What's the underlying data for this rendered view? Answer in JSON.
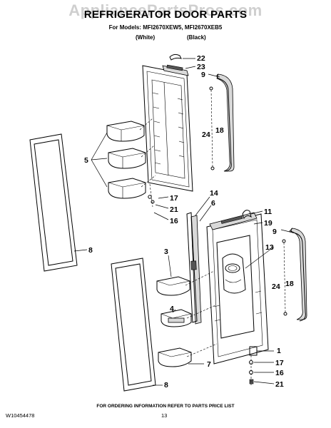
{
  "watermark": "AppliancePartsPros.com",
  "header": {
    "title": "REFRIGERATOR DOOR PARTS",
    "models": "For Models: MFI2670XEW5, MFI2670XEB5",
    "color_white": "(White)",
    "color_black": "(Black)"
  },
  "callouts": {
    "c22": "22",
    "c23": "23",
    "c9a": "9",
    "c24a": "24",
    "c18a": "18",
    "c5": "5",
    "c17a": "17",
    "c21a": "21",
    "c16a": "16",
    "c8a": "8",
    "c14": "14",
    "c6": "6",
    "c11": "11",
    "c19": "19",
    "c9b": "9",
    "c13": "13",
    "c3": "3",
    "c24b": "24",
    "c18b": "18",
    "c4": "4",
    "c1": "1",
    "c7": "7",
    "c17b": "17",
    "c16b": "16",
    "c8b": "8",
    "c21b": "21"
  },
  "footer": {
    "note": "FOR ORDERING INFORMATION REFER TO PARTS PRICE LIST",
    "part_number": "W10454478",
    "page": "13"
  }
}
